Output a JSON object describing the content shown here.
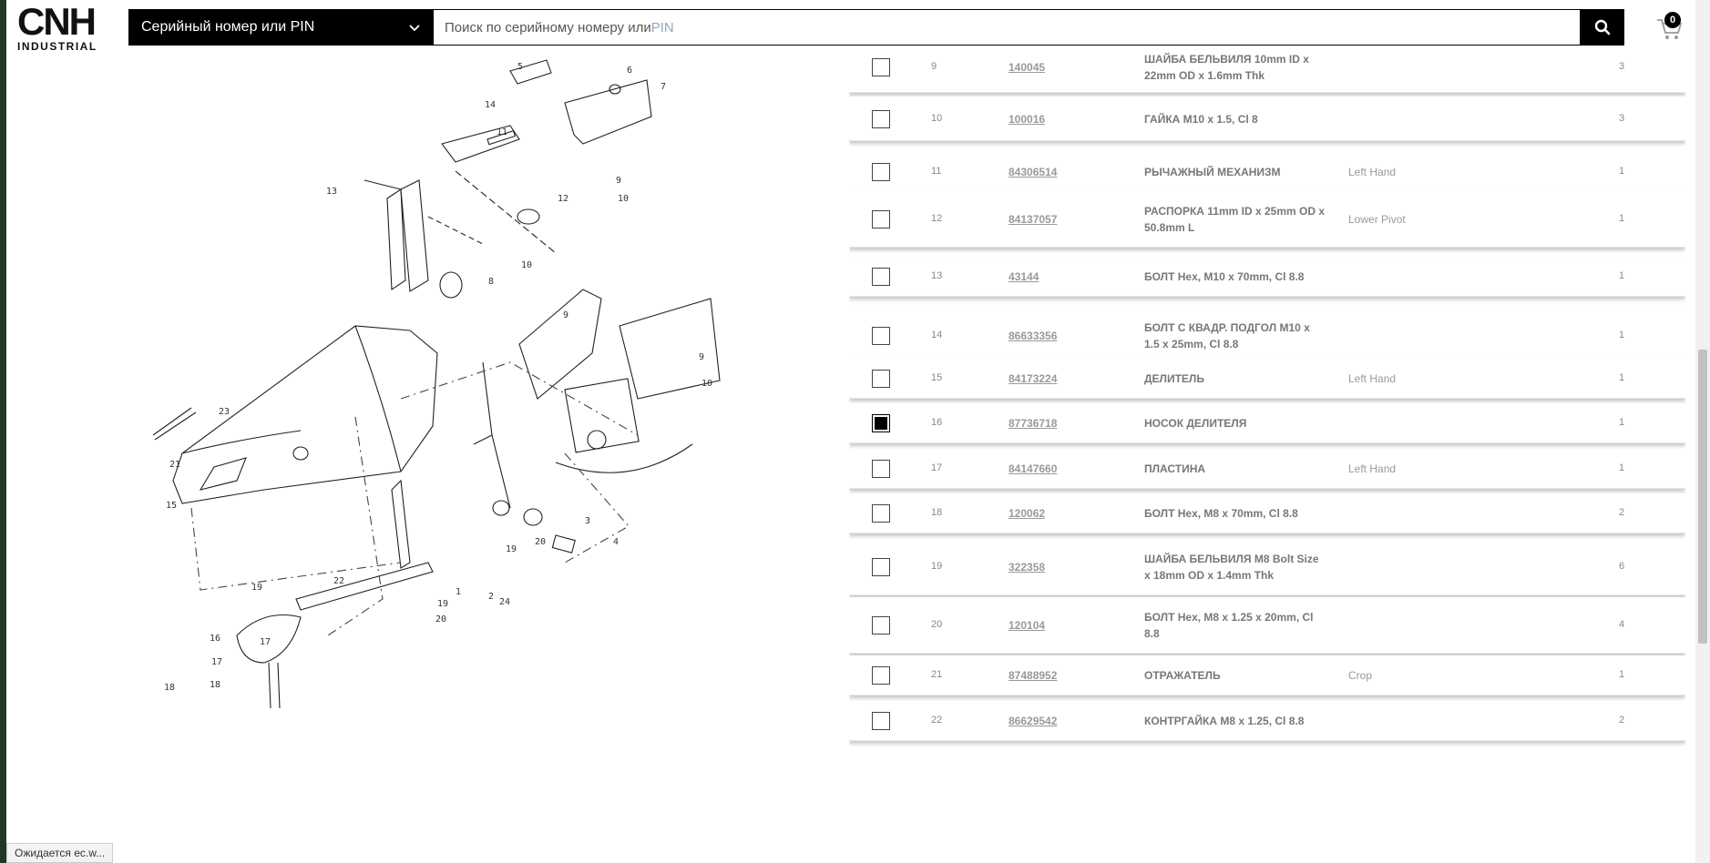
{
  "brand": {
    "logo_text": "CNH",
    "logo_sub": "INDUSTRIAL"
  },
  "header": {
    "serial_select_label": "Серийный номер или PIN",
    "search_placeholder_main": "Поиск по серийному номеру или ",
    "search_placeholder_pin": "PIN",
    "cart_count": "0"
  },
  "diagram": {
    "callouts": [
      "5",
      "6",
      "7",
      "14",
      "11",
      "13",
      "9",
      "10",
      "12",
      "10",
      "8",
      "9",
      "9",
      "10",
      "23",
      "21",
      "15",
      "3",
      "4",
      "20",
      "19",
      "19",
      "22",
      "17",
      "1",
      "2",
      "19",
      "24",
      "20",
      "16",
      "17",
      "18",
      "18"
    ]
  },
  "parts": [
    {
      "pos": "9",
      "number": "140045",
      "desc": "ШАЙБА БЕЛЬВИЛЯ 10mm ID x 22mm OD x 1.6mm Thk",
      "note": "",
      "qty": "3",
      "checked": false
    },
    {
      "pos": "10",
      "number": "100016",
      "desc": "ГАЙКА M10 x 1.5, Cl 8",
      "note": "",
      "qty": "3",
      "checked": false
    },
    {
      "pos": "11",
      "number": "84306514",
      "desc": "РЫЧАЖНЫЙ МЕХАНИЗМ",
      "note": "Left Hand",
      "qty": "1",
      "checked": false
    },
    {
      "pos": "12",
      "number": "84137057",
      "desc": "РАСПОРКА 11mm ID x 25mm OD x 50.8mm L",
      "note": "Lower Pivot",
      "qty": "1",
      "checked": false
    },
    {
      "pos": "13",
      "number": "43144",
      "desc": "БОЛТ Hex, M10 x 70mm, Cl 8.8",
      "note": "",
      "qty": "1",
      "checked": false
    },
    {
      "pos": "14",
      "number": "86633356",
      "desc": "БОЛТ С КВАДР. ПОДГОЛ M10 x 1.5 x 25mm, Cl 8.8",
      "note": "",
      "qty": "1",
      "checked": false
    },
    {
      "pos": "15",
      "number": "84173224",
      "desc": "ДЕЛИТЕЛЬ",
      "note": "Left Hand",
      "qty": "1",
      "checked": false
    },
    {
      "pos": "16",
      "number": "87736718",
      "desc": "НОСОК ДЕЛИТЕЛЯ",
      "note": "",
      "qty": "1",
      "checked": true
    },
    {
      "pos": "17",
      "number": "84147660",
      "desc": "ПЛАСТИНА",
      "note": "Left Hand",
      "qty": "1",
      "checked": false
    },
    {
      "pos": "18",
      "number": "120062",
      "desc": "БОЛТ Hex, M8 x 70mm, Cl 8.8",
      "note": "",
      "qty": "2",
      "checked": false
    },
    {
      "pos": "19",
      "number": "322358",
      "desc": "ШАЙБА БЕЛЬВИЛЯ M8 Bolt Size x 18mm OD x 1.4mm Thk",
      "note": "",
      "qty": "6",
      "checked": false
    },
    {
      "pos": "20",
      "number": "120104",
      "desc": "БОЛТ Hex, M8 x 1.25 x 20mm, Cl 8.8",
      "note": "",
      "qty": "4",
      "checked": false
    },
    {
      "pos": "21",
      "number": "87488952",
      "desc": "ОТРАЖАТЕЛЬ",
      "note": "Crop",
      "qty": "1",
      "checked": false
    },
    {
      "pos": "22",
      "number": "86629542",
      "desc": "КОНТРГАЙКА M8 x 1.25, Cl 8.8",
      "note": "",
      "qty": "2",
      "checked": false
    }
  ],
  "status_bar": {
    "text": "Ожидается ec.w..."
  },
  "colors": {
    "brand_red": "#c8102e",
    "header_black": "#000000",
    "scroll_thumb": "#c1c1c1"
  }
}
